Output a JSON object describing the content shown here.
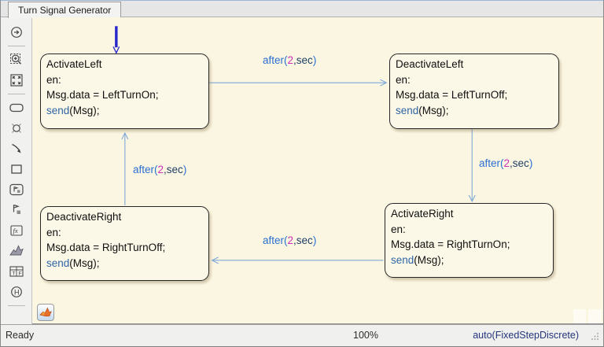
{
  "tab": {
    "title": "Turn Signal Generator"
  },
  "toolbar": {
    "icons": [
      "navigate-forward",
      "zoom-region",
      "fit-to-view",
      "state-tool",
      "junction-tool",
      "transition-tool",
      "box-tool",
      "subchart-tool",
      "default-transition-tool",
      "matlab-function-tool",
      "simulink-function-tool",
      "truth-table-tool",
      "history-junction-tool"
    ],
    "fx_label": "fx",
    "truth_true_label": "T",
    "truth_false_label": "F",
    "history_label": "H"
  },
  "canvas": {
    "states": [
      {
        "title": "ActivateLeft",
        "line1": "en:",
        "line2": "Msg.data = LeftTurnOn;",
        "send_kw": "send",
        "send_rest": "(Msg);"
      },
      {
        "title": "DeactivateLeft",
        "line1": "en:",
        "line2": "Msg.data = LeftTurnOff;",
        "send_kw": "send",
        "send_rest": "(Msg);"
      },
      {
        "title": "DeactivateRight",
        "line1": "en:",
        "line2": "Msg.data = RightTurnOff;",
        "send_kw": "send",
        "send_rest": "(Msg);"
      },
      {
        "title": "ActivateRight",
        "line1": "en:",
        "line2": "Msg.data = RightTurnOn;",
        "send_kw": "send",
        "send_rest": "(Msg);"
      }
    ],
    "transitions": [
      {
        "kw": "after",
        "open": "(",
        "num": "2",
        "comma": ",",
        "unit": "sec",
        "close": ")"
      },
      {
        "kw": "after",
        "open": "(",
        "num": "2",
        "comma": ",",
        "unit": "sec",
        "close": ")"
      },
      {
        "kw": "after",
        "open": "(",
        "num": "2",
        "comma": ",",
        "unit": "sec",
        "close": ")"
      },
      {
        "kw": "after",
        "open": "(",
        "num": "2",
        "comma": ",",
        "unit": "sec",
        "close": ")"
      }
    ]
  },
  "statusbar": {
    "ready": "Ready",
    "zoom": "100%",
    "solver": "auto(FixedStepDiscrete)"
  },
  "colors": {
    "canvas_bg": "#fbf6e2",
    "state_fill": "#fcf8e8",
    "state_border": "#262626",
    "transition_line_blue": "#7ea9d8",
    "default_transition_blue": "#2626cc",
    "label_keyword_blue": "#2a6fd2",
    "label_number_magenta": "#cc2fb4",
    "label_unit_navy": "#1d3f66",
    "send_keyword_blue": "#2e66a4",
    "solver_text_navy": "#24357c"
  }
}
